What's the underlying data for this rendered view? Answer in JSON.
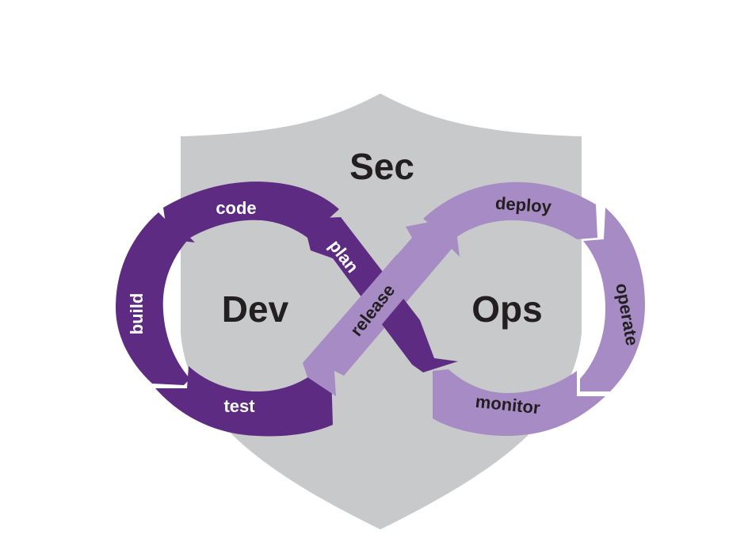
{
  "diagram": {
    "center_title": "Sec",
    "left_title": "Dev",
    "right_title": "Ops",
    "stages": {
      "code": "code",
      "build": "build",
      "test": "test",
      "plan": "plan",
      "release": "release",
      "deploy": "deploy",
      "operate": "operate",
      "monitor": "monitor"
    },
    "colors": {
      "shield": "#c8c9cb",
      "dev_purple": "#5e2b83",
      "ops_purple": "#a68bc4",
      "dark_text": "#231f20",
      "white_text": "#ffffff"
    }
  }
}
